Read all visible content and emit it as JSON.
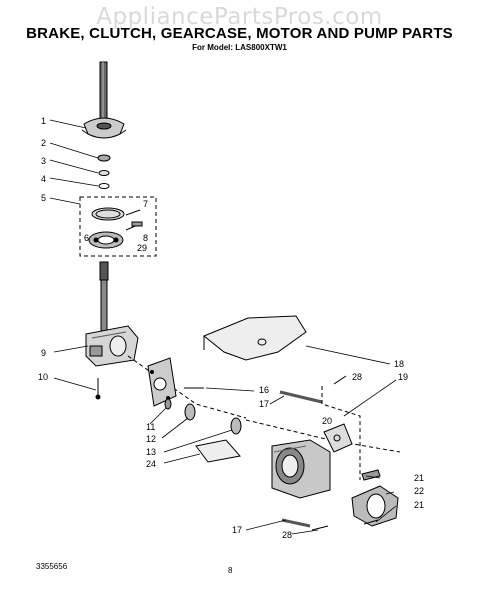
{
  "header": {
    "watermark": "AppliancePartsPros.com",
    "title": "BRAKE, CLUTCH, GEARCASE, MOTOR AND PUMP PARTS",
    "subtitle": "For Model: LAS800XTW1"
  },
  "footer": {
    "doc_number": "3355656",
    "page_number": "8"
  },
  "callouts": {
    "c1": "1",
    "c2": "2",
    "c3": "3",
    "c4": "4",
    "c5": "5",
    "c6": "6",
    "c7": "7",
    "c8": "8",
    "c29a": "29",
    "c9": "9",
    "c10": "10",
    "c11": "11",
    "c12": "12",
    "c13": "13",
    "c24": "24",
    "c16": "16",
    "c17a": "17",
    "c18": "18",
    "c28a": "28",
    "c19": "19",
    "c20": "20",
    "c21a": "21",
    "c22": "22",
    "c21b": "21",
    "c17b": "17",
    "c28b": "28"
  }
}
